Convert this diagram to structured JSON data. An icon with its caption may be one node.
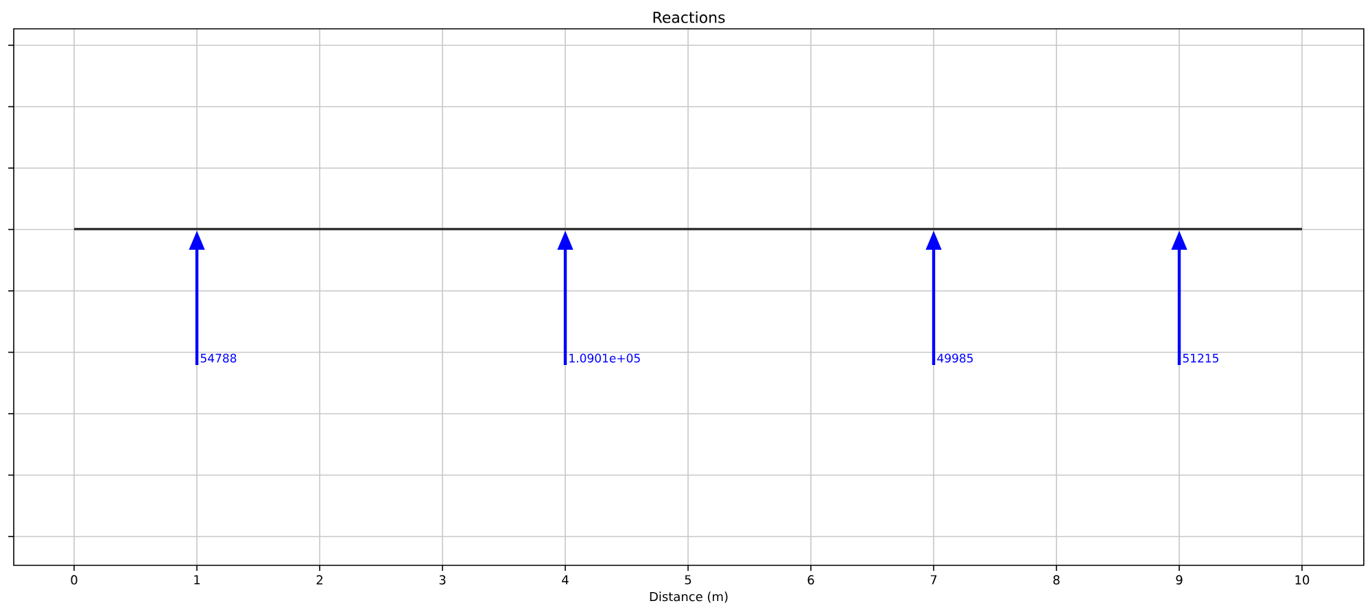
{
  "diagram": {
    "title": "Reactions",
    "nodes": [
      {
        "text": [],
        "shape": "bar"
      },
      {
        "text": [
          "54788"
        ]
      },
      {
        "text": [
          "1.0901e+05"
        ]
      },
      {
        "text": [
          "49985"
        ]
      },
      {
        "text": [
          "51215"
        ]
      }
    ],
    "edges": [
      {
        "from": 1,
        "to": 0,
        "arrow": "to"
      },
      {
        "from": 2,
        "to": 0,
        "arrow": "to"
      },
      {
        "from": 3,
        "to": 0,
        "arrow": "to"
      },
      {
        "from": 4,
        "to": 0,
        "arrow": "to"
      }
    ],
    "labels": [
      "0",
      "1",
      "2",
      "3",
      "4",
      "5",
      "6",
      "7",
      "8",
      "9",
      "10",
      "Distance (m)"
    ]
  }
}
